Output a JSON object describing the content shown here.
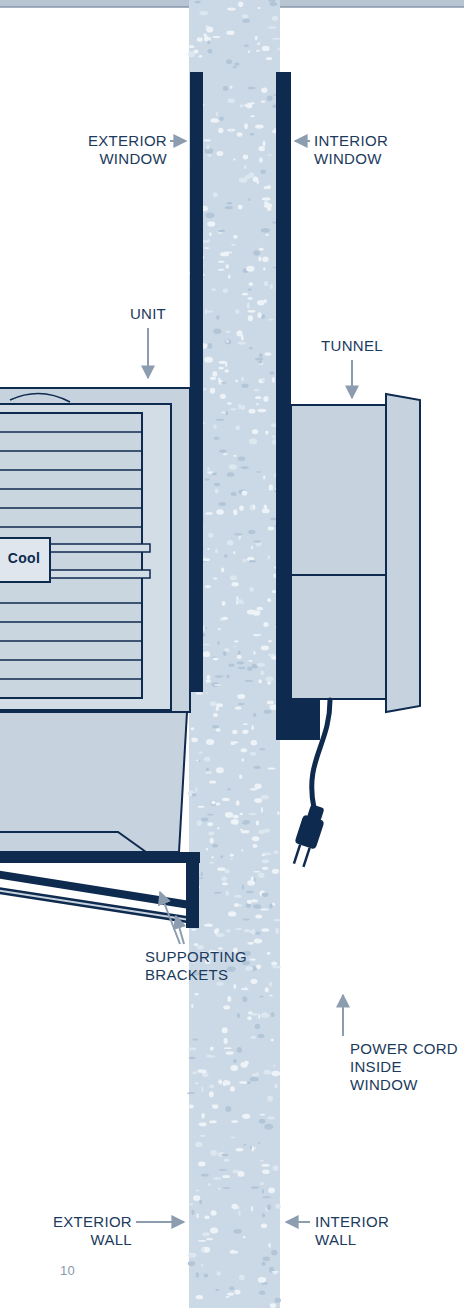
{
  "diagram": {
    "labels": [
      "EXTERIOR WINDOW",
      "INTERIOR WINDOW",
      "UNIT",
      "TUNNEL",
      "Cool",
      "SUPPORTING BRACKETS",
      "POWER CORD INSIDE WINDOW",
      "EXTERIOR WALL",
      "INTERIOR WALL",
      "10"
    ]
  }
}
